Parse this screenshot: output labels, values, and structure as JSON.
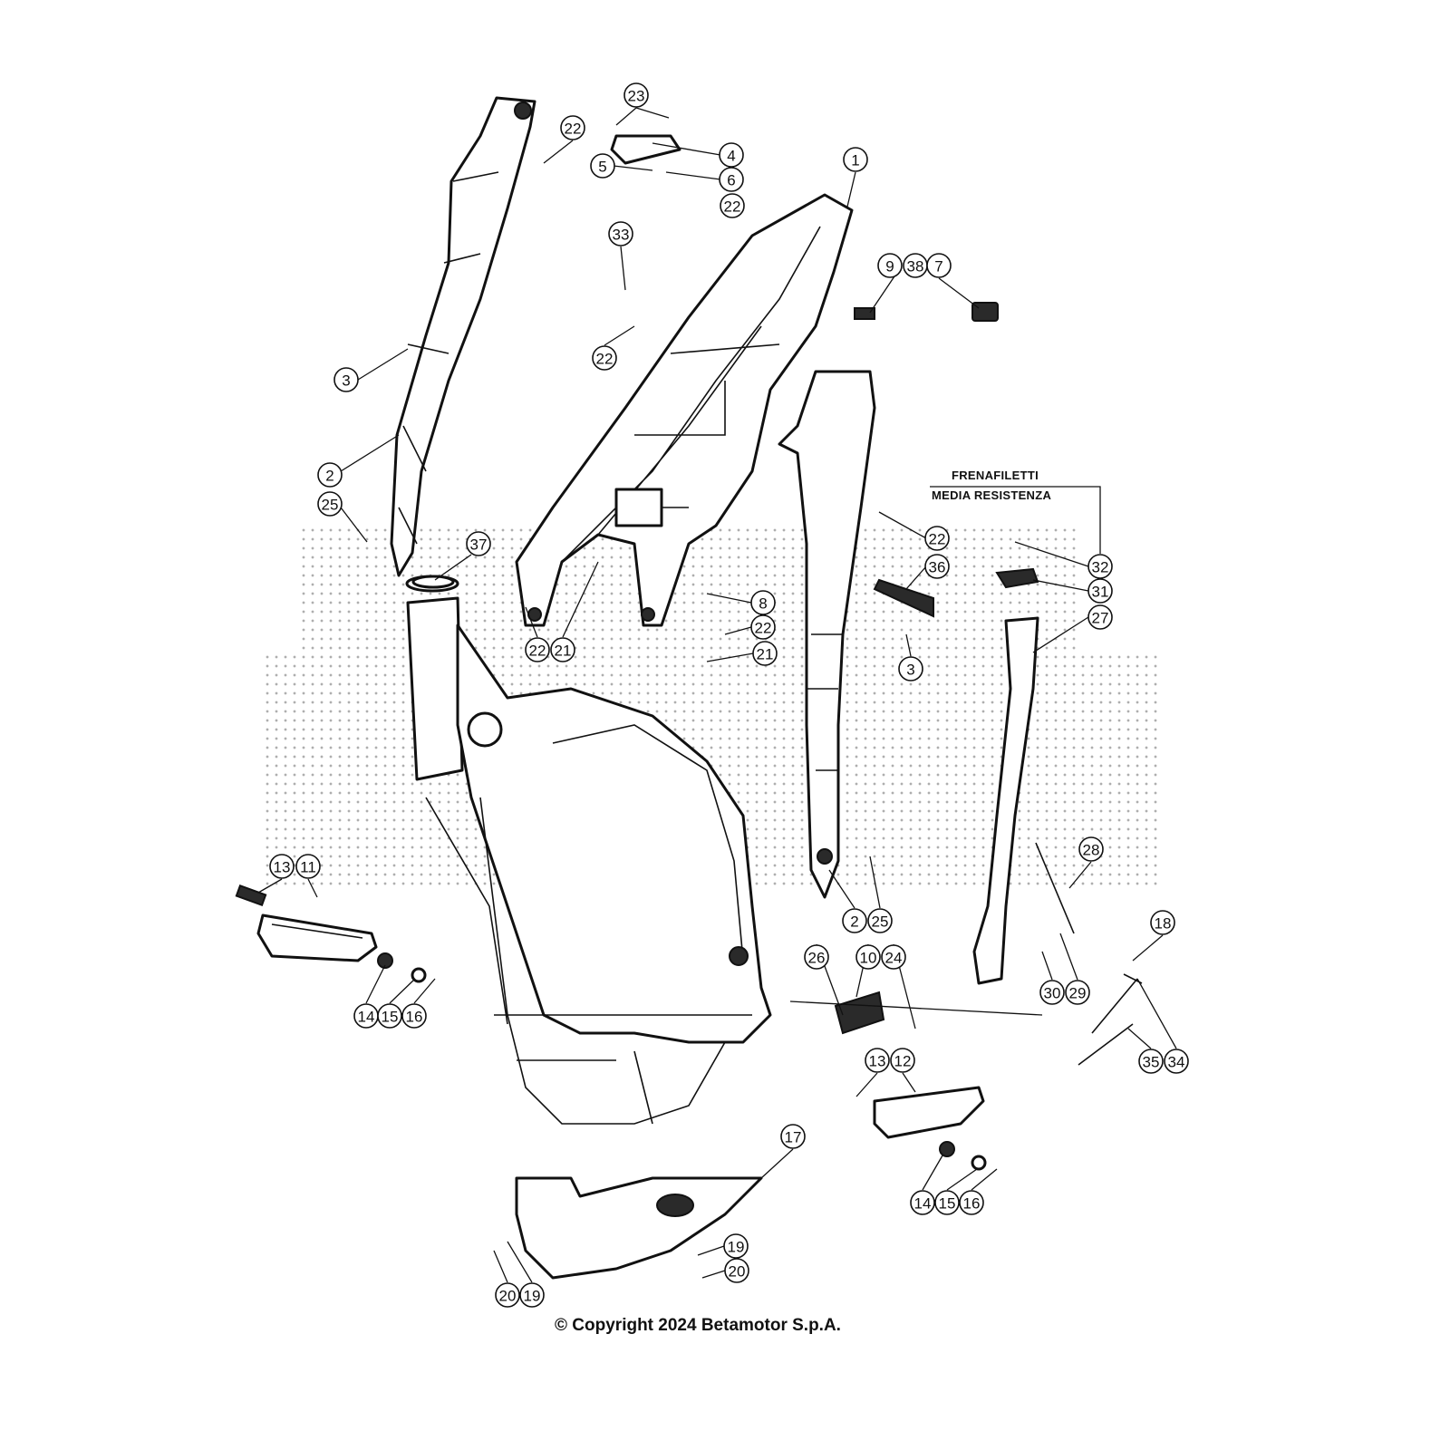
{
  "diagram": {
    "note_line1": "FRENAFILETTI",
    "note_line2": "MEDIA RESISTENZA",
    "copyright": "© Copyright 2024 Betamotor S.p.A.",
    "callouts": [
      "1",
      "4",
      "5",
      "6",
      "22",
      "23",
      "33",
      "22",
      "9",
      "38",
      "7",
      "22",
      "3",
      "2",
      "25",
      "37",
      "22",
      "32",
      "36",
      "31",
      "8",
      "27",
      "22",
      "22",
      "21",
      "21",
      "3",
      "28",
      "13",
      "11",
      "2",
      "25",
      "18",
      "26",
      "10",
      "24",
      "14",
      "15",
      "16",
      "30",
      "29",
      "13",
      "12",
      "35",
      "34",
      "17",
      "14",
      "15",
      "16",
      "19",
      "20",
      "20",
      "19"
    ]
  }
}
